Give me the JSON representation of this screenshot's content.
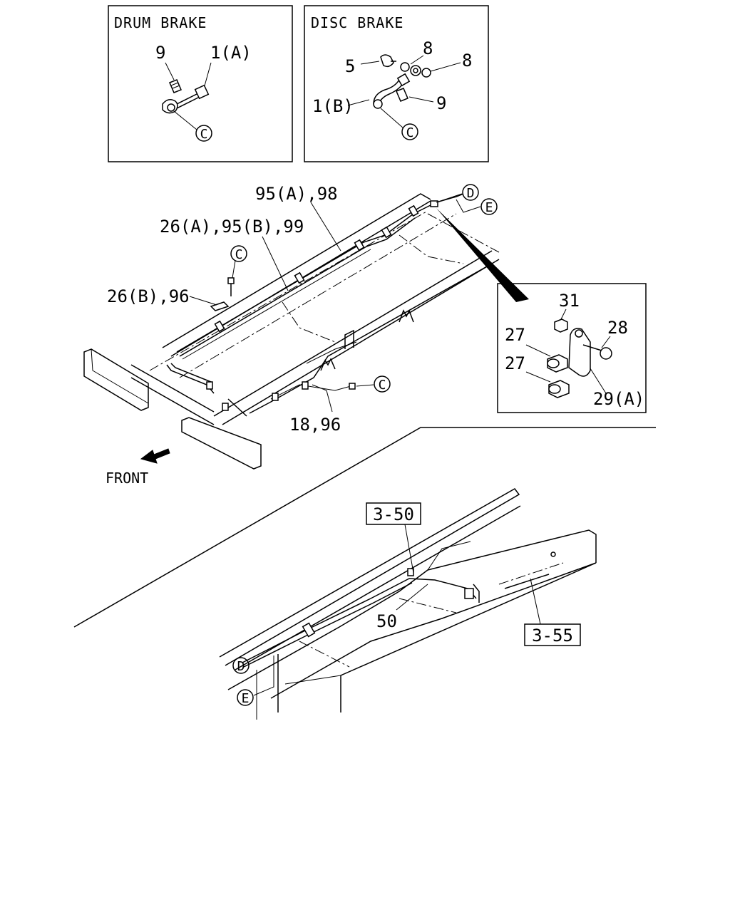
{
  "insets": {
    "drum": {
      "title": "DRUM BRAKE",
      "labels": [
        "9",
        "1(A)"
      ],
      "ref": "C"
    },
    "disc": {
      "title": "DISC BRAKE",
      "labels": [
        "5",
        "8",
        "8",
        "1(B)",
        "9"
      ],
      "ref": "C"
    },
    "clip": {
      "labels": [
        "31",
        "27",
        "28",
        "27",
        "29(A)"
      ]
    }
  },
  "upper": {
    "callouts": [
      "95(A),98",
      "26(A),95(B),99",
      "26(B),96",
      "18,96"
    ],
    "refs": [
      "C",
      "C",
      "D",
      "E"
    ],
    "front_label": "FRONT"
  },
  "lower": {
    "boxed_refs": [
      "3-50",
      "3-55"
    ],
    "part_label": "50",
    "refs": [
      "D",
      "E"
    ]
  }
}
